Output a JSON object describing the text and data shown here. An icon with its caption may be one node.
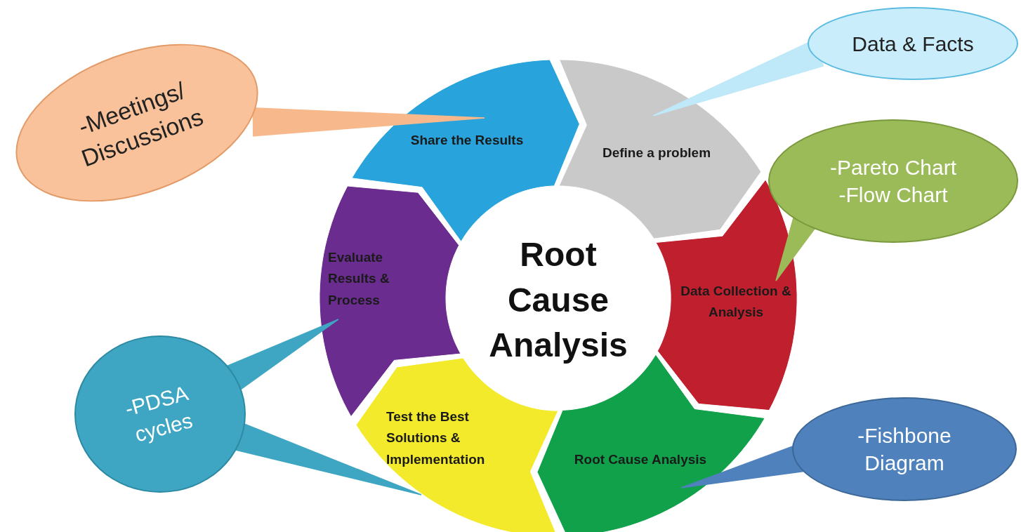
{
  "diagram": {
    "nodes": [
      {
        "text": [
          "-Meetings/ Discussions"
        ]
      },
      {
        "text": [
          "Data & Facts"
        ]
      },
      {
        "text": [
          "Share the Results"
        ]
      },
      {
        "text": [
          "Define a problem"
        ]
      },
      {
        "text": [
          "-Pareto Chart",
          "-Flow Chart"
        ]
      },
      {
        "text": [
          "Root Cause Analysis"
        ]
      },
      {
        "text": [
          "Evaluate Results & Process"
        ]
      },
      {
        "text": [
          "Data Collection & Analysis"
        ]
      },
      {
        "text": [
          "-PDSA cycles"
        ]
      },
      {
        "text": [
          "Test the Best Solutions & Implementation"
        ]
      },
      {
        "text": [
          "Root Cause Analysis"
        ]
      },
      {
        "text": [
          "-Fishbone Diagram"
        ]
      }
    ],
    "edges": [
      {
        "from": 0,
        "to": 2,
        "arrow": "none",
        "color": "#f7b98c"
      },
      {
        "from": 1,
        "to": 3,
        "arrow": "none",
        "color": "#bfe8f8"
      },
      {
        "from": 4,
        "to": 7,
        "arrow": "none",
        "color": "#9bbb59"
      },
      {
        "from": 8,
        "to": 6,
        "arrow": "none",
        "color": "#3ea6c2"
      },
      {
        "from": 8,
        "to": 9,
        "arrow": "none",
        "color": "#3ea6c2"
      },
      {
        "from": 11,
        "to": 10,
        "arrow": "none",
        "color": "#4f81bd"
      }
    ]
  }
}
